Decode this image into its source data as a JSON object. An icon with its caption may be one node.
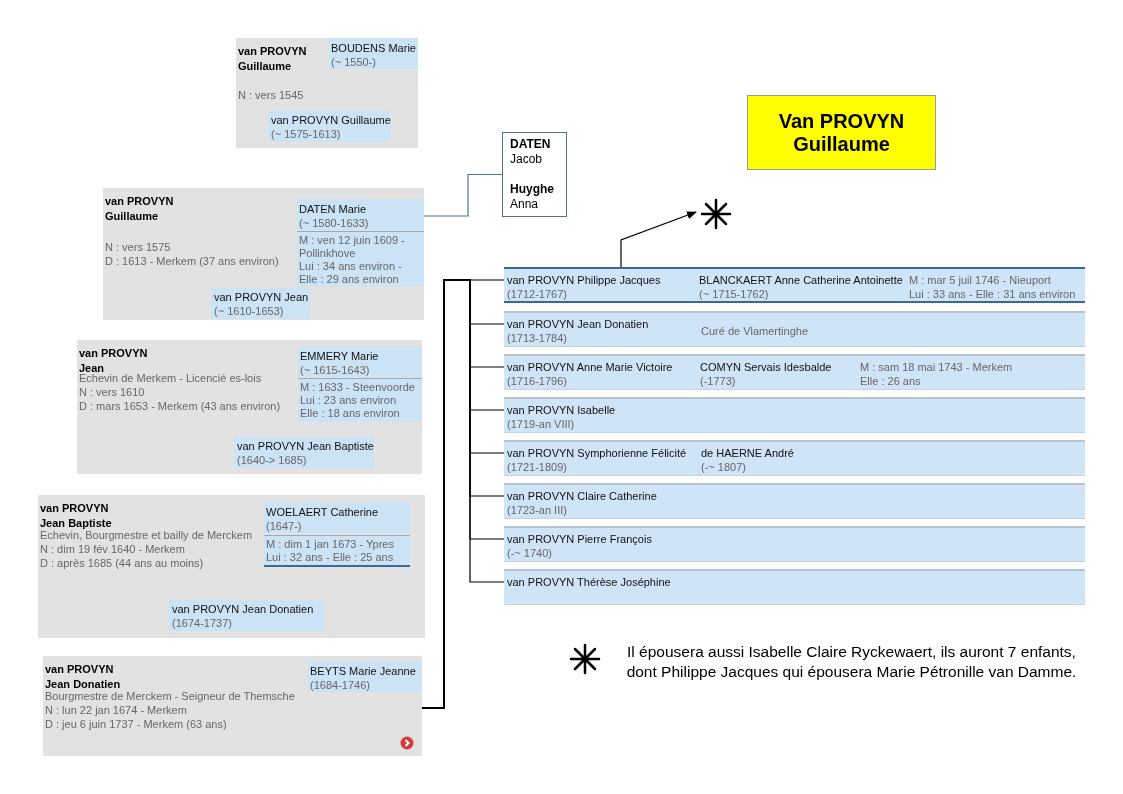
{
  "diagram": {
    "nodes": [
      {
        "text": [
          "van PROVYN Guillaume",
          "N : vers 1545"
        ]
      },
      {
        "text": [
          "BOUDENS Marie",
          "(~ 1550-)"
        ],
        "in": 0
      },
      {
        "text": [
          "van PROVYN Guillaume",
          "(~ 1575-1613)"
        ],
        "in": 0
      },
      {
        "text": [
          "van PROVYN Guillaume",
          "N : vers 1575",
          "D : 1613 - Merkem (37 ans environ)"
        ]
      },
      {
        "text": [
          "DATEN Marie",
          "(~ 1580-1633)"
        ],
        "in": 3
      },
      {
        "text": [
          "M : ven 12 juin 1609 - Pollinkhove",
          "Lui : 34 ans environ - Elle : 29 ans environ"
        ],
        "in": 3
      },
      {
        "text": [
          "van PROVYN Jean",
          "(~ 1610-1653)"
        ],
        "in": 3
      },
      {
        "text": [
          "van PROVYN Jean",
          "Echevin de Merkem - Licencié es-lois",
          "N : vers 1610",
          "D : mars 1653 - Merkem (43 ans environ)"
        ]
      },
      {
        "text": [
          "EMMERY Marie",
          "(~ 1615-1643)"
        ],
        "in": 7
      },
      {
        "text": [
          "M : 1633 - Steenvoorde",
          "Lui : 23 ans environ",
          "Elle : 18 ans environ"
        ],
        "in": 7
      },
      {
        "text": [
          "van PROVYN Jean Baptiste",
          "(1640-> 1685)"
        ],
        "in": 7
      },
      {
        "text": [
          "van PROVYN Jean Baptiste",
          "Echevin, Bourgmestre et bailly de Merckem",
          "N : dim 19 fév 1640 - Merkem",
          "D : après 1685 (44 ans au moins)"
        ]
      },
      {
        "text": [
          "WOELAERT Catherine",
          "(1647-)"
        ],
        "in": 11
      },
      {
        "text": [
          "M : dim 1 jan 1673 - Ypres",
          "Lui : 32 ans - Elle : 25 ans"
        ],
        "in": 11
      },
      {
        "text": [
          "van PROVYN Jean Donatien",
          "(1674-1737)"
        ],
        "in": 11
      },
      {
        "text": [
          "van PROVYN Jean Donatien",
          "Bourgmestre de Merckem - Seigneur de Themsche",
          "N : lun 22 jan 1674 - Merkem",
          "D : jeu 6 juin 1737 - Merkem (63 ans)"
        ]
      },
      {
        "text": [
          "BEYTS Marie Jeanne",
          "(1684-1746)"
        ],
        "in": 15
      },
      {
        "text": [
          "DATEN",
          "Jacob",
          "Huyghe",
          "Anna"
        ]
      },
      {
        "text": [
          "Van PROVYN Guillaume"
        ]
      },
      {
        "text": [],
        "shape": "asterisk"
      },
      {
        "text": [
          "van PROVYN Philippe Jacques",
          "(1712-1767)",
          "BLANCKAERT Anne Catherine Antoinette",
          "(~ 1715-1762)",
          "M : mar 5 juil 1746 - Nieuport",
          "Lui : 33 ans - Elle : 31 ans environ"
        ]
      },
      {
        "text": [
          "van PROVYN Jean Donatien",
          "(1713-1784)",
          "Curé de Vlamertinghe"
        ]
      },
      {
        "text": [
          "van PROVYN Anne Marie Victoire",
          "(1716-1796)",
          "COMYN Servais Idesbalde",
          "(-1773)",
          "M : sam 18 mai 1743 - Merkem",
          "Elle : 26 ans"
        ]
      },
      {
        "text": [
          "van PROVYN Isabelle",
          "(1719-an VIII)"
        ]
      },
      {
        "text": [
          "van PROVYN Symphorienne Félicité",
          "(1721-1809)",
          "de HAERNE André",
          "(-~ 1807)"
        ]
      },
      {
        "text": [
          "van PROVYN Claire Catherine",
          "(1723-an III)"
        ]
      },
      {
        "text": [
          "van PROVYN Pierre François",
          "(-~ 1740)"
        ]
      },
      {
        "text": [
          "van PROVYN Thérèse Joséphine"
        ]
      }
    ],
    "edges": [
      {
        "from": 4,
        "to": 17,
        "arrow": "none",
        "color": "#4f7390"
      },
      {
        "from": 20,
        "to": 19,
        "arrow": "to"
      },
      {
        "from": 15,
        "to": 20,
        "arrow": "none"
      },
      {
        "from": 15,
        "to": 21,
        "arrow": "none"
      },
      {
        "from": 15,
        "to": 22,
        "arrow": "none"
      },
      {
        "from": 15,
        "to": 23,
        "arrow": "none"
      },
      {
        "from": 15,
        "to": 24,
        "arrow": "none"
      },
      {
        "from": 15,
        "to": 25,
        "arrow": "none"
      },
      {
        "from": 15,
        "to": 26,
        "arrow": "none"
      },
      {
        "from": 15,
        "to": 27,
        "arrow": "none"
      }
    ],
    "labels": [
      "Il épousera aussi Isabelle Claire Ryckewaert, ils auront 7 enfants, dont Philippe Jacques qui épousera Marie Pétronille van Damme."
    ]
  }
}
